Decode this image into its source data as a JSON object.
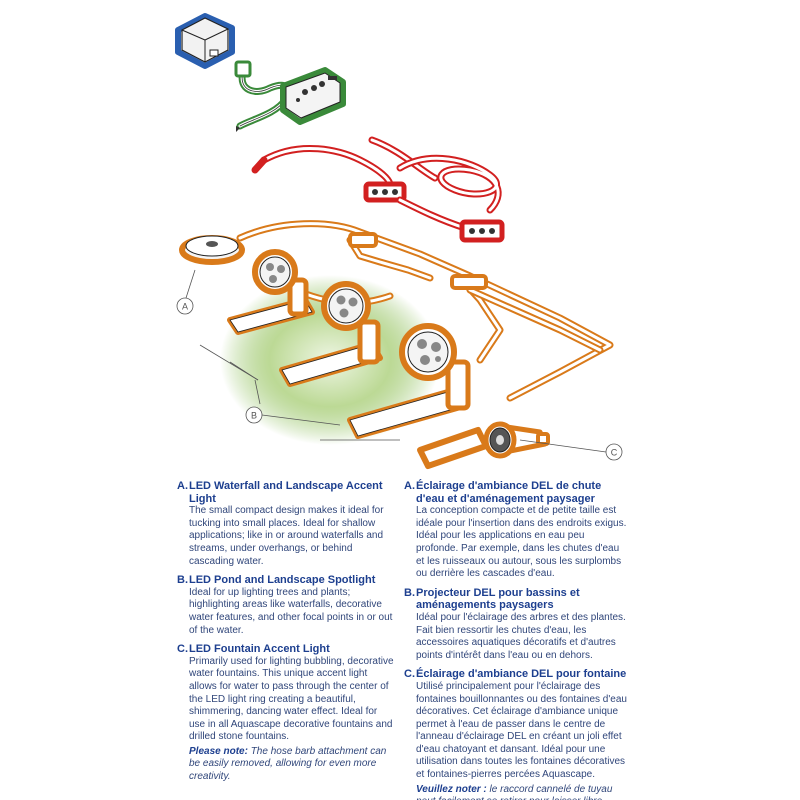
{
  "callouts": {
    "a": "A",
    "b": "B",
    "c": "C"
  },
  "english": {
    "a": {
      "letter": "A.",
      "title": "LED Waterfall and Landscape Accent Light",
      "body": "The small compact design makes it ideal for tucking into small places. Ideal for shallow applications; like in or around waterfalls and streams, under overhangs, or behind cascading water."
    },
    "b": {
      "letter": "B.",
      "title": "LED Pond and Landscape Spotlight",
      "body": "Ideal for up lighting trees and plants; highlighting areas like waterfalls, decorative water features, and other focal points in or out of the water."
    },
    "c": {
      "letter": "C.",
      "title": "LED Fountain Accent Light",
      "body": "Primarily used for lighting bubbling, decorative water fountains. This unique accent light allows for water to pass through the center of the LED light ring creating a beautiful, shimmering, dancing water effect. Ideal for use in all Aquascape decorative fountains and drilled stone fountains."
    },
    "note": {
      "label": "Please note:",
      "text": "The hose barb attachment can be easily removed, allowing for even more creativity."
    }
  },
  "french": {
    "a": {
      "letter": "A.",
      "title": "Éclairage d'ambiance DEL de chute d'eau et d'aménagement paysager",
      "body": "La conception compacte et de petite taille est idéale pour l'insertion dans des endroits exigus. Idéal pour les applications en eau peu profonde. Par exemple, dans les chutes d'eau et les ruisseaux ou autour, sous les surplombs ou derrière les cascades d'eau."
    },
    "b": {
      "letter": "B.",
      "title": "Projecteur DEL pour bassins et aménagements paysagers",
      "body": "Idéal pour l'éclairage des arbres et des plantes. Fait bien ressortir les chutes d'eau, les accessoires aquatiques décoratifs et d'autres points d'intérêt dans l'eau ou en dehors."
    },
    "c": {
      "letter": "C.",
      "title": "Éclairage d'ambiance DEL pour fontaine",
      "body": "Utilisé principalement pour l'éclairage des fontaines bouillonnantes ou des fontaines d'eau décoratives. Cet éclairage d'ambiance unique permet à l'eau de passer dans le centre de l'anneau d'éclairage DEL en créant un joli effet d'eau chatoyant et dansant. Idéal pour une utilisation dans toutes les fontaines décoratives et fontaines-pierres percées Aquascape."
    },
    "note": {
      "label": "Veuillez noter :",
      "text": "le raccord cannelé de tuyau peut facilement se retirer pour laisser libre cours à la créativité."
    }
  },
  "colors": {
    "transformer_outline": "#2a5fb0",
    "photocell_outline": "#3a8a3a",
    "extension_outline": "#d22020",
    "fixture_outline": "#d97a1a",
    "glow": "#8fc060",
    "text_heading": "#1d3f8f",
    "text_body": "#30467a"
  }
}
